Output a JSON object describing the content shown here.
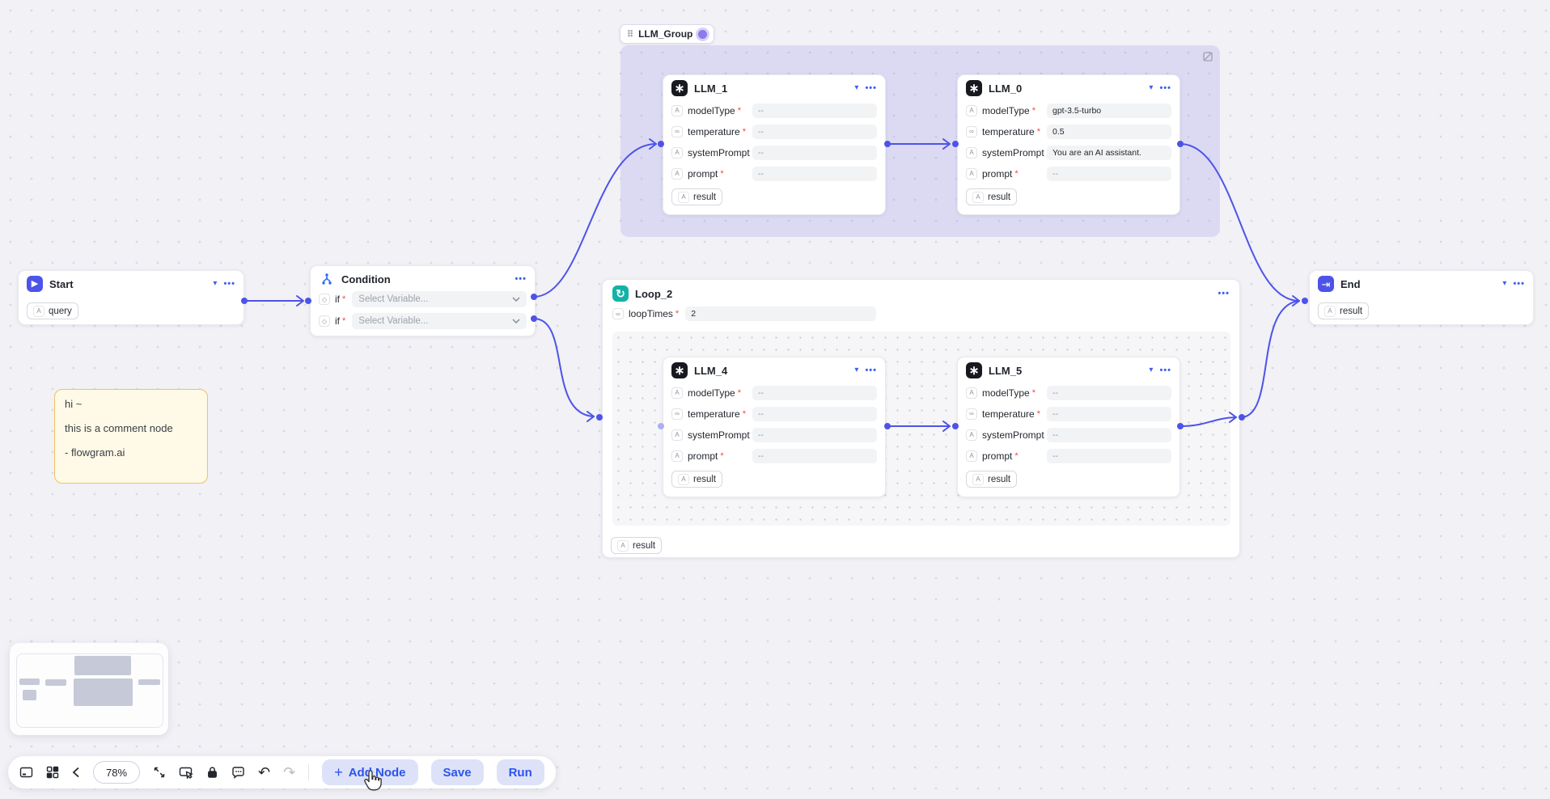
{
  "colors": {
    "accent_blue": "#4d53e8",
    "edge": "#4d53e8",
    "required_red": "#f2483f",
    "group_fill": "rgba(109,98,230,0.16)",
    "loop_teal": "#12b2a8",
    "comment_bg": "#fffae7",
    "comment_border": "#f0c163",
    "button_bg": "#dde2f8",
    "button_text": "#2c55ee"
  },
  "icons": {
    "llm_glyph": "∗",
    "start_glyph": "▶",
    "end_glyph": "⇥",
    "loop_glyph": "↻",
    "collapse_glyph": "▾",
    "more_glyph": "•••",
    "string_type_glyph": "A",
    "number_type_glyph": "∞",
    "condition_type_glyph": "◇",
    "drag_handle_glyph": "⠿",
    "plus_glyph": "+",
    "undo_glyph": "↶",
    "redo_glyph": "↷"
  },
  "group": {
    "title": "LLM_Group"
  },
  "nodes": {
    "start": {
      "title": "Start",
      "tag": "query"
    },
    "condition": {
      "title": "Condition",
      "rows": [
        {
          "label": "if",
          "req": "*",
          "placeholder": "Select Variable..."
        },
        {
          "label": "if",
          "req": "*",
          "placeholder": "Select Variable..."
        }
      ]
    },
    "llm1": {
      "title": "LLM_1",
      "fields": [
        {
          "label": "modelType",
          "req": "*",
          "value": "--"
        },
        {
          "label": "temperature",
          "req": "*",
          "value": "--"
        },
        {
          "label": "systemPrompt",
          "req": "",
          "value": "--"
        },
        {
          "label": "prompt",
          "req": "*",
          "value": "--"
        }
      ],
      "result": "result"
    },
    "llm0": {
      "title": "LLM_0",
      "fields": [
        {
          "label": "modelType",
          "req": "*",
          "value": "gpt-3.5-turbo"
        },
        {
          "label": "temperature",
          "req": "*",
          "value": "0.5"
        },
        {
          "label": "systemPrompt",
          "req": "",
          "value": "You are an AI assistant."
        },
        {
          "label": "prompt",
          "req": "*",
          "value": "--"
        }
      ],
      "result": "result"
    },
    "loop": {
      "title": "Loop_2",
      "field_label": "loopTimes",
      "req": "*",
      "field_value": "2",
      "result": "result"
    },
    "llm4": {
      "title": "LLM_4",
      "fields": [
        {
          "label": "modelType",
          "req": "*",
          "value": "--"
        },
        {
          "label": "temperature",
          "req": "*",
          "value": "--"
        },
        {
          "label": "systemPrompt",
          "req": "",
          "value": "--"
        },
        {
          "label": "prompt",
          "req": "*",
          "value": "--"
        }
      ],
      "result": "result"
    },
    "llm5": {
      "title": "LLM_5",
      "fields": [
        {
          "label": "modelType",
          "req": "*",
          "value": "--"
        },
        {
          "label": "temperature",
          "req": "*",
          "value": "--"
        },
        {
          "label": "systemPrompt",
          "req": "",
          "value": "--"
        },
        {
          "label": "prompt",
          "req": "*",
          "value": "--"
        }
      ],
      "result": "result"
    },
    "end": {
      "title": "End",
      "tag": "result"
    },
    "comment": {
      "line1": "hi ~",
      "line2": "this is a comment node",
      "line3": "- flowgram.ai"
    }
  },
  "toolbar": {
    "zoom": "78%",
    "add_node": "Add Node",
    "save": "Save",
    "run": "Run"
  }
}
